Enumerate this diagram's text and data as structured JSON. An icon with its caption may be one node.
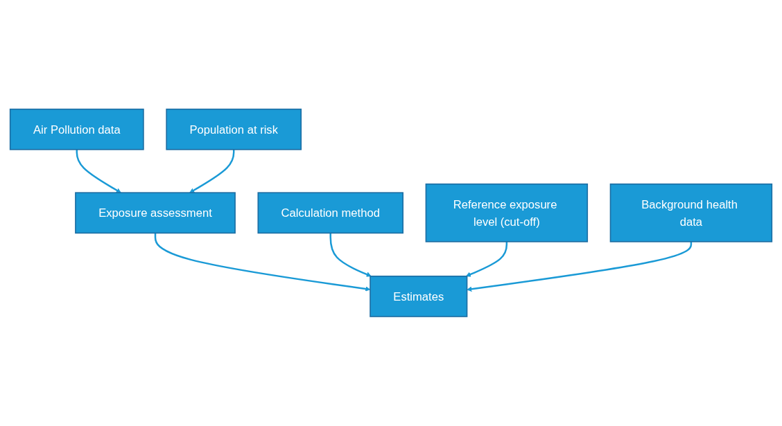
{
  "diagram": {
    "nodes": [
      {
        "text": [
          "Air Pollution data"
        ]
      },
      {
        "text": [
          "Population at risk"
        ]
      },
      {
        "text": [
          "Exposure assessment"
        ]
      },
      {
        "text": [
          "Calculation method"
        ]
      },
      {
        "text": [
          "Reference exposure level (cut-off)"
        ]
      },
      {
        "text": [
          "Background health data"
        ]
      },
      {
        "text": [
          "Estimates"
        ]
      }
    ],
    "edges": [
      {
        "from": 0,
        "to": 2,
        "arrow": "to"
      },
      {
        "from": 1,
        "to": 2,
        "arrow": "to"
      },
      {
        "from": 2,
        "to": 6,
        "arrow": "to"
      },
      {
        "from": 3,
        "to": 6,
        "arrow": "to"
      },
      {
        "from": 4,
        "to": 6,
        "arrow": "to"
      },
      {
        "from": 5,
        "to": 6,
        "arrow": "to"
      }
    ]
  }
}
